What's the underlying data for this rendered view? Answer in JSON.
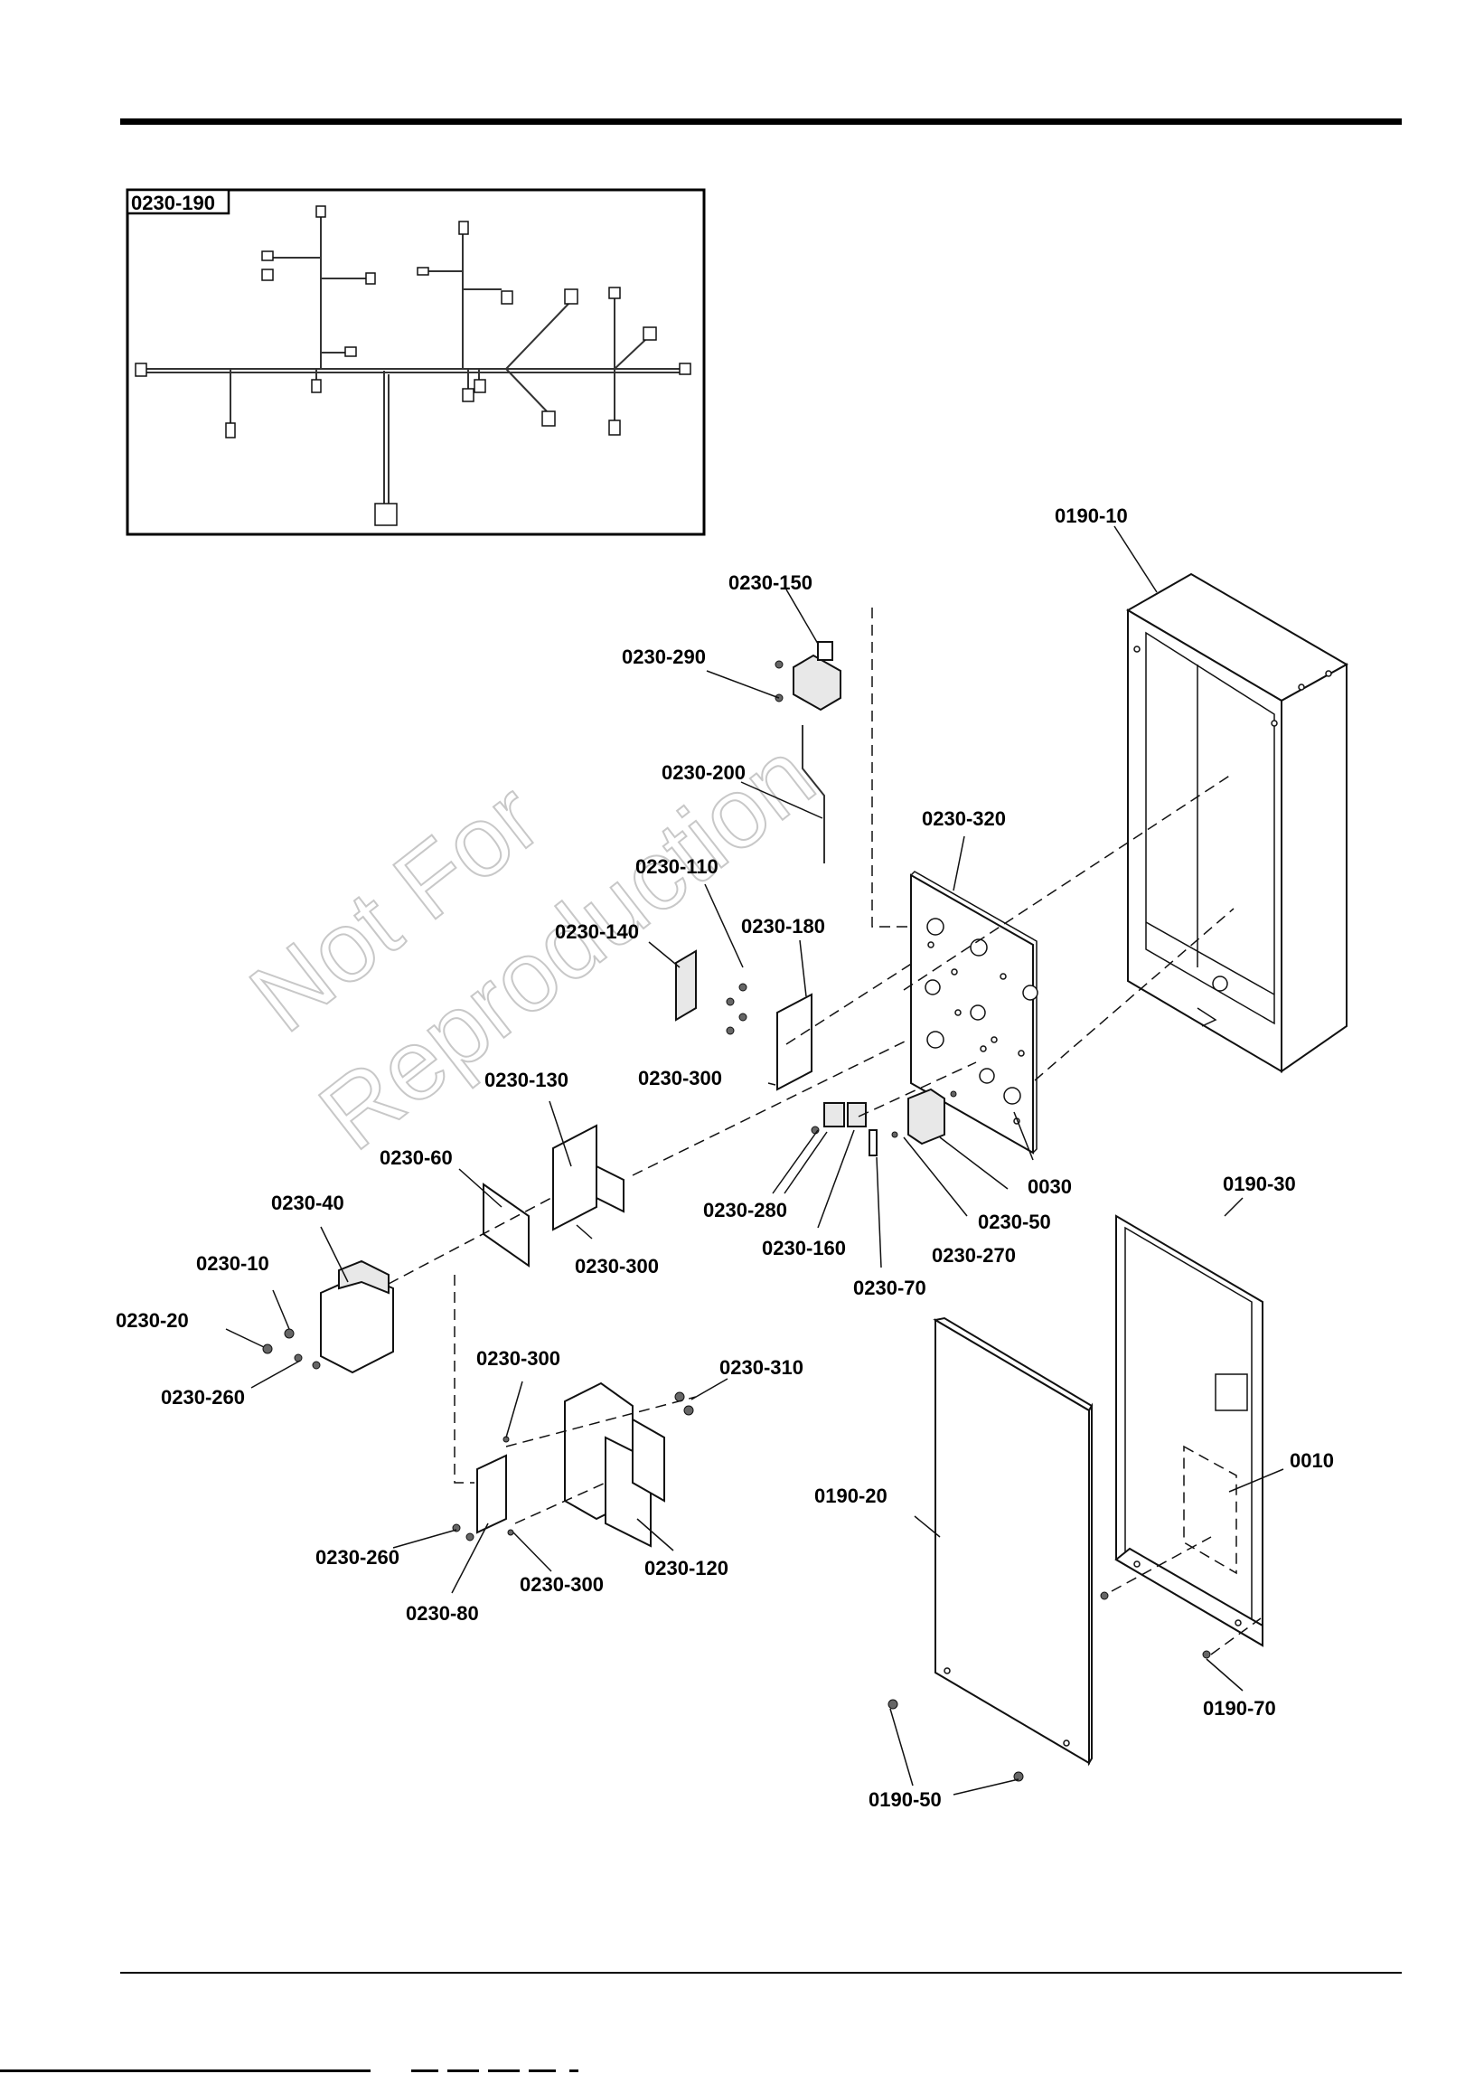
{
  "inset": {
    "title": "0230-190"
  },
  "watermark": {
    "line1": "Not For",
    "line2": "Reproduction"
  },
  "callouts": [
    "0190-10",
    "0230-150",
    "0230-290",
    "0230-200",
    "0230-320",
    "0230-110",
    "0230-140",
    "0230-180",
    "0230-300",
    "0230-130",
    "0230-60",
    "0230-40",
    "0230-10",
    "0230-20",
    "0230-260",
    "0230-280",
    "0230-160",
    "0230-70",
    "0230-270",
    "0230-50",
    "0030",
    "0230-300",
    "0190-30",
    "0230-300",
    "0230-310",
    "0010",
    "0190-20",
    "0230-260",
    "0230-300",
    "0230-120",
    "0230-80",
    "0190-70",
    "0190-50"
  ]
}
